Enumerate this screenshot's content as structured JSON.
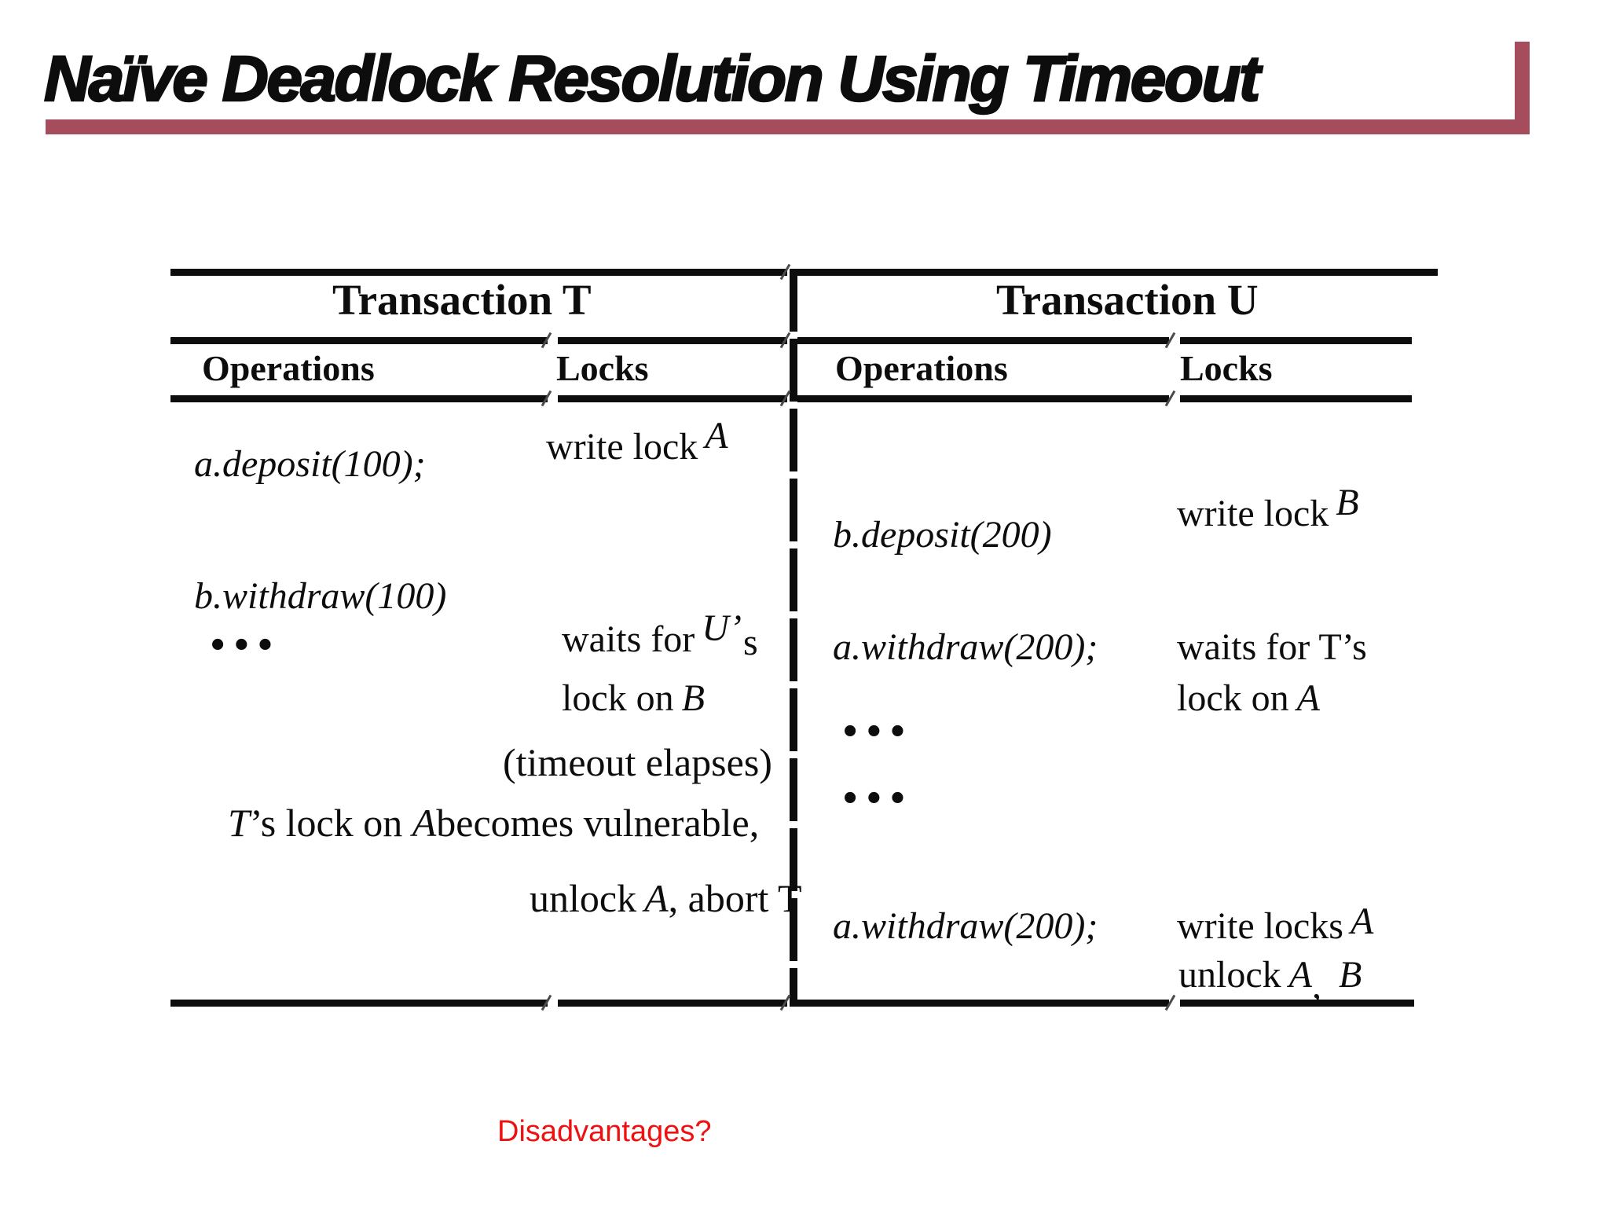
{
  "title": "Naïve Deadlock Resolution Using Timeout",
  "colors": {
    "accent_maroon": "#a54d5c",
    "question_red": "#ee1111",
    "text_black": "#0d0d0d"
  },
  "table": {
    "transaction_t": {
      "header": "Transaction T",
      "operations_label": "Operations",
      "locks_label": "Locks",
      "op1": "a.deposit(100);",
      "lock1_prefix": "write lock",
      "lock1_var": "A",
      "op2": "b.withdraw(100)",
      "dots": "•••",
      "lock2_prefix": "waits for",
      "lock2_var": "U’",
      "lock2_suffix": "s",
      "lock3_prefix": "lock on",
      "lock3_var": "B",
      "note_timeout": "(timeout elapses)",
      "note_vulnerable_t": "T",
      "note_vulnerable_mid": "’s lock on ",
      "note_vulnerable_var": "A",
      "note_vulnerable_rest": "becomes vulnerable,",
      "note_unlock_prefix": "unlock",
      "note_unlock_var": "A",
      "note_unlock_rest": ", abort T"
    },
    "transaction_u": {
      "header": "Transaction U",
      "operations_label": "Operations",
      "locks_label": "Locks",
      "op1": "b.deposit(200)",
      "lock1_prefix": "write lock",
      "lock1_var": "B",
      "op2": "a.withdraw(200);",
      "lock2": "waits for T’s",
      "lock3_prefix": "lock on",
      "lock3_var": "A",
      "dots1": "•••",
      "dots2": "•••",
      "op3": "a.withdraw(200);",
      "lock4_prefix": "write locks",
      "lock4_var": "A",
      "lock5_prefix": "unlock",
      "lock5_var1": "A",
      "lock5_comma": ",",
      "lock5_var2": "B"
    }
  },
  "footer": {
    "question": "Disadvantages?"
  }
}
